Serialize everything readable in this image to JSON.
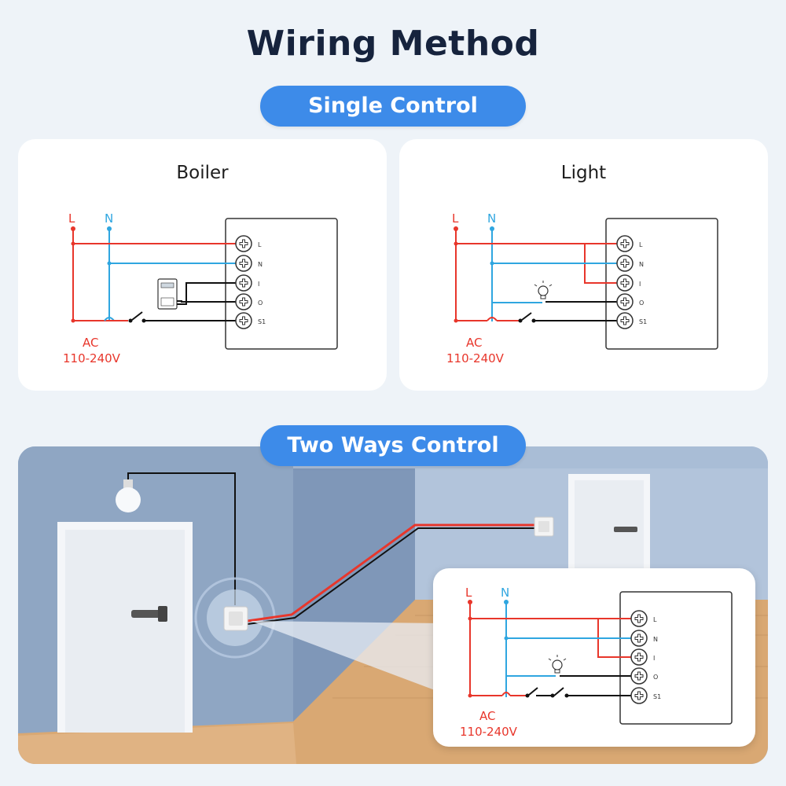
{
  "header": {
    "title": "Wiring Method",
    "single_control_label": "Single Control",
    "two_ways_control_label": "Two Ways Control"
  },
  "diagrams": {
    "boiler_title": "Boiler",
    "light_title": "Light",
    "line_label": "L",
    "neutral_label": "N",
    "ac_label": "AC",
    "voltage_label": "110-240V",
    "terminals": [
      "L",
      "N",
      "I",
      "O",
      "S1"
    ]
  },
  "colors": {
    "accent": "#3d8be9",
    "title": "#16233d",
    "live_wire": "#e8362b",
    "neutral_wire": "#2fa6e0",
    "signal_wire": "#111111",
    "wall_left": "#8fa6c3",
    "wall_back": "#a9bdd6",
    "floor": "#d9a873"
  },
  "icons": [
    "terminal-screw-icon",
    "boiler-icon",
    "light-bulb-icon",
    "switch-icon",
    "door-icon",
    "wall-switch-icon"
  ]
}
